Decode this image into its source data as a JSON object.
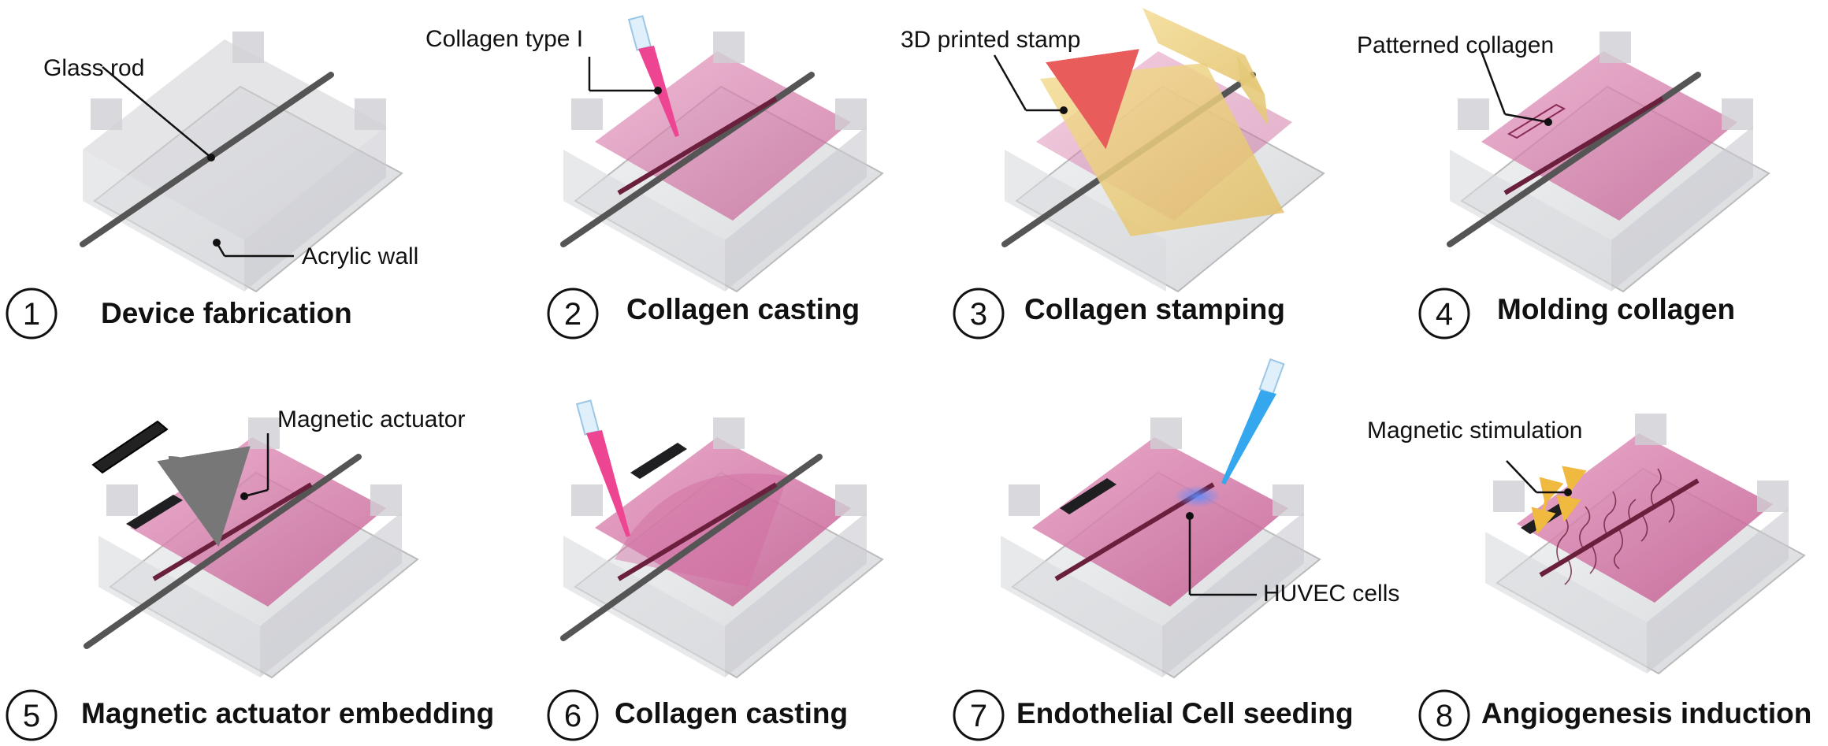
{
  "colors": {
    "collagen": "#d67aa6",
    "collagen_dark": "#b54d82",
    "acrylic": "#d9d9de",
    "glass_plate": "#e7e8ea",
    "rod": "#555555",
    "channel": "#6a1f3c",
    "actuator": "#1f1f22",
    "stamp": "#e9cd7c",
    "pipette_pink": "#ee4592",
    "pipette_blue": "#35a7ee",
    "arrow_red": "#e85c5c",
    "arrow_gray": "#777777",
    "force_arrow": "#f0b940"
  },
  "panels": [
    {
      "step": "1",
      "title": "Device fabrication",
      "collagen": false,
      "callouts": [
        "Glass rod",
        "Acrylic wall"
      ]
    },
    {
      "step": "2",
      "title": "Collagen casting",
      "collagen": true,
      "pipette": "pink",
      "callouts": [
        "Collagen type I"
      ]
    },
    {
      "step": "3",
      "title": "Collagen stamping",
      "collagen": true,
      "stamp": true,
      "callouts": [
        "3D printed stamp"
      ]
    },
    {
      "step": "4",
      "title": "Molding collagen",
      "collagen": true,
      "pattern": true,
      "callouts": [
        "Patterned collagen"
      ]
    },
    {
      "step": "5",
      "title": "Magnetic actuator embedding",
      "collagen": true,
      "actuator": true,
      "callouts": [
        "Magnetic actuator"
      ]
    },
    {
      "step": "6",
      "title": "Collagen casting",
      "collagen": true,
      "actuator": true,
      "pipette": "pink",
      "callouts": []
    },
    {
      "step": "7",
      "title": "Endothelial Cell seeding",
      "collagen": true,
      "actuator": true,
      "pipette": "blue",
      "callouts": [
        "HUVEC cells"
      ]
    },
    {
      "step": "8",
      "title": "Angiogenesis induction",
      "collagen": true,
      "actuator": true,
      "sprouts": true,
      "callouts": [
        "Magnetic stimulation"
      ]
    }
  ]
}
